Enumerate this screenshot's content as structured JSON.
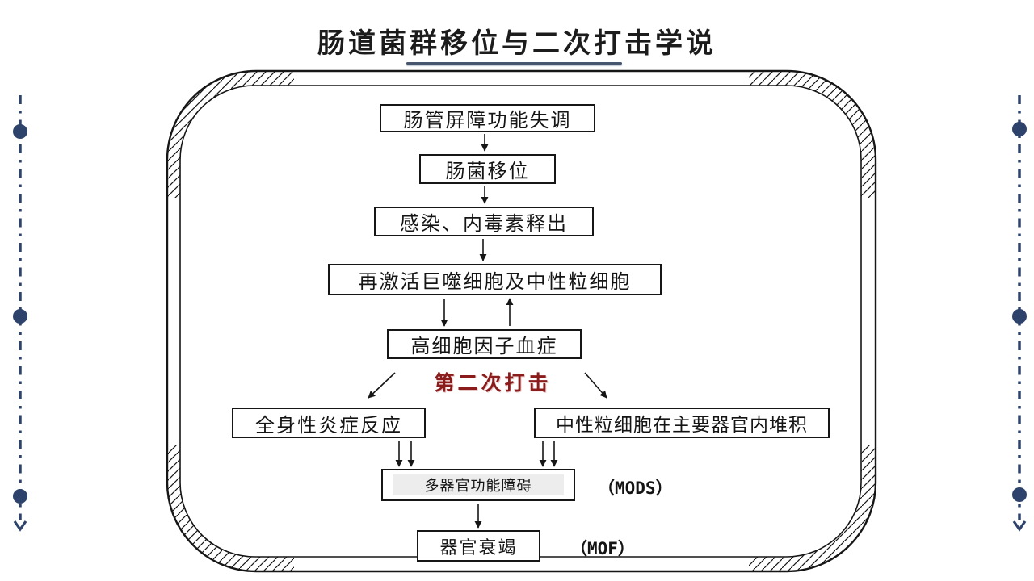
{
  "slide": {
    "title": "肠道菌群移位与二次打击学说"
  },
  "flow": {
    "boxes": [
      {
        "id": "barrier",
        "label": "肠管屏障功能失调"
      },
      {
        "id": "translocation",
        "label": "肠菌移位"
      },
      {
        "id": "infection",
        "label": "感染、内毒素释出"
      },
      {
        "id": "reactivate",
        "label": "再激活巨噬细胞及中性粒细胞"
      },
      {
        "id": "cytokine",
        "label": "高细胞因子血症"
      },
      {
        "id": "sirs",
        "label": "全身性炎症反应"
      },
      {
        "id": "neutrophil",
        "label": "中性粒细胞在主要器官内堆积"
      },
      {
        "id": "mods",
        "label": "多器官功能障碍"
      },
      {
        "id": "mof",
        "label": "器官衰竭"
      }
    ],
    "second_hit_label": "第二次打击",
    "mods_abbr": "（MODS）",
    "mof_abbr": "（MOF）"
  },
  "colors": {
    "line_black": "#161616",
    "accent_red": "#8b1c1c",
    "accent_navy": "#2e436b",
    "underline": "#46566f",
    "mods_fill": "#ededed"
  }
}
